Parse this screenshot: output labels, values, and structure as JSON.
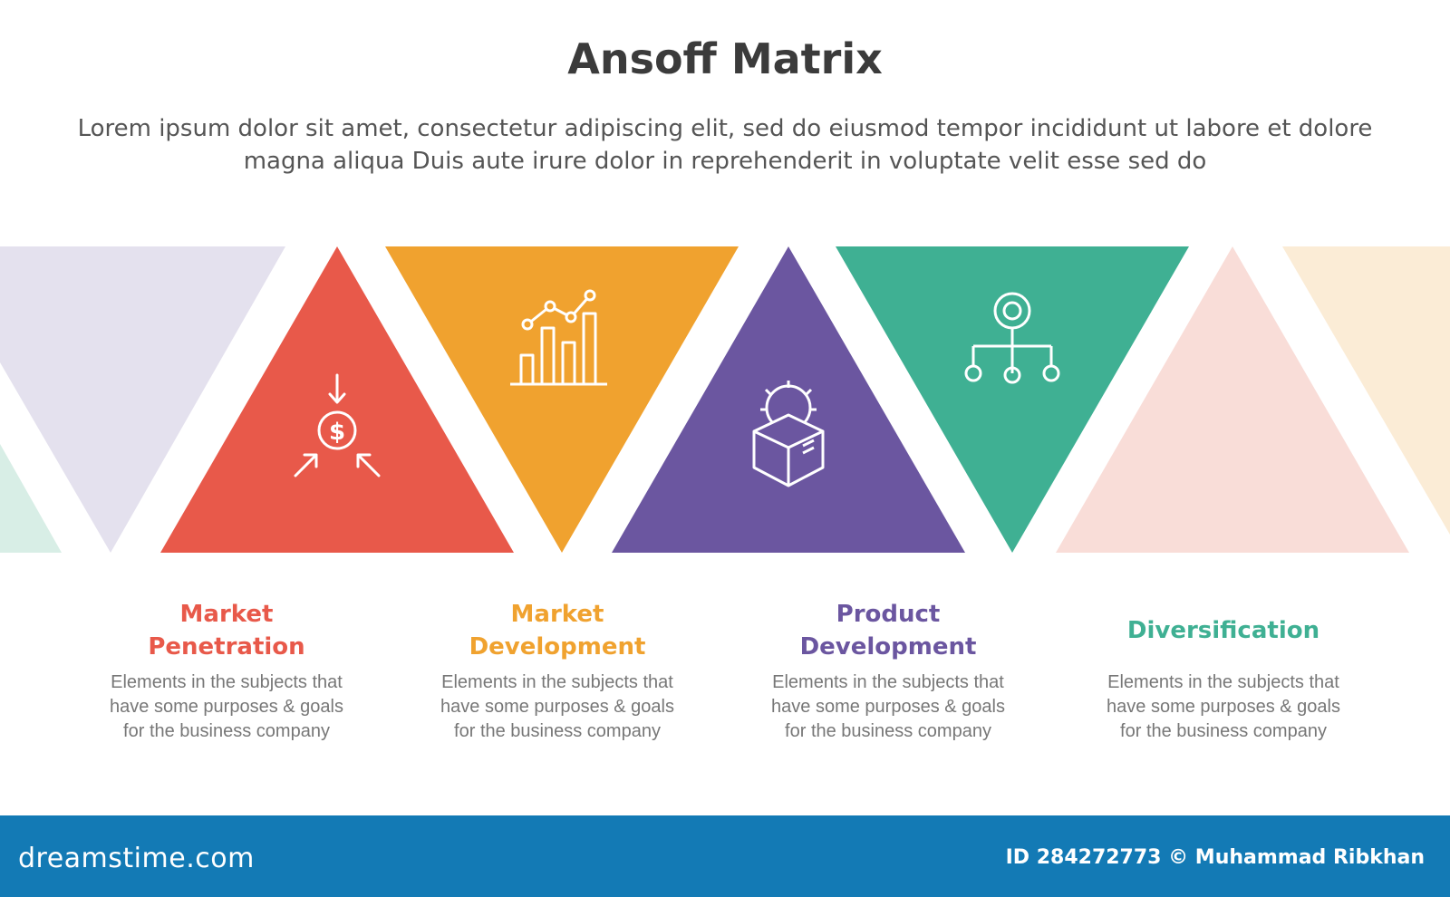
{
  "header": {
    "title": "Ansoff Matrix",
    "subtitle": "Lorem ipsum dolor sit amet, consectetur adipiscing elit, sed do eiusmod tempor incididunt ut labore et dolore magna aliqua Duis aute irure dolor in reprehenderit in voluptate velit esse sed do"
  },
  "colors": {
    "penetration": "#e8594a",
    "market_development": "#f0a22f",
    "product_development": "#6b56a0",
    "diversification": "#3fb093",
    "faded_lavender": "#e4e1ee",
    "faded_pink": "#f9ddd8",
    "faded_peach": "#fbecd6",
    "faded_mint": "#d8eee6"
  },
  "segments": [
    {
      "title_line1": "Market",
      "title_line2": "Penetration",
      "description": "Elements in the subjects that\nhave  some purposes & goals\nfor the  business company",
      "icon": "dollar-target-icon",
      "color": "#e8594a"
    },
    {
      "title_line1": "Market",
      "title_line2": "Development",
      "description": "Elements in the subjects that\nhave  some purposes & goals\nfor the  business company",
      "icon": "growth-chart-icon",
      "color": "#f0a22f"
    },
    {
      "title_line1": "Product",
      "title_line2": "Development",
      "description": "Elements in the subjects that\nhave  some purposes & goals\nfor the  business company",
      "icon": "gear-box-icon",
      "color": "#6b56a0"
    },
    {
      "title_line1": "Diversification",
      "title_line2": "",
      "description": "Elements in the subjects that\nhave  some purposes & goals\nfor the  business company",
      "icon": "hierarchy-icon",
      "color": "#3fb093"
    }
  ],
  "footer": {
    "brand": "dreamstime.com",
    "id_text": "ID 284272773 © Muhammad Ribkhan"
  }
}
